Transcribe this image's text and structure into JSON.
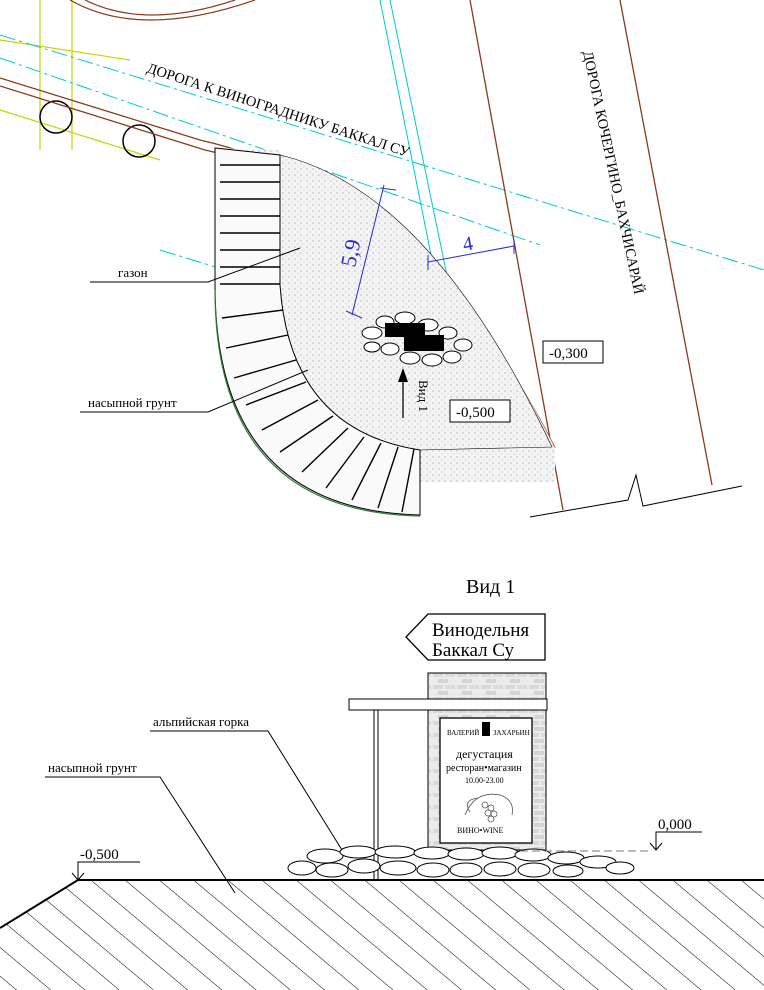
{
  "plan": {
    "road_bakkal": "ДОРОГА К ВИНОГРАДНИКУ БАККАЛ СУ",
    "road_kochergino": "ДОРОГА КОЧЕРГИНО_БАХЧИСАРАЙ",
    "dim_vertical": "5,9",
    "dim_horizontal": "4",
    "label_lawn": "газон",
    "label_fill_soil": "насыпной грунт",
    "view_arrow_label": "Вид 1",
    "level_top": "-0,300",
    "level_inner": "-0,500"
  },
  "view": {
    "title": "Вид 1",
    "sign_line1": "Винодельня",
    "sign_line2": "Баккал  Су",
    "board_name_left": "ВАЛЕРИЙ",
    "board_name_right": "ЗАХАРЬИН",
    "board_line1": "дегустация",
    "board_line2": "ресторан•магазин",
    "board_hours": "10.00-23.00",
    "board_brand": "ВИНО•WINE",
    "label_alpine": "альпийская горка",
    "label_fill_soil": "насыпной грунт",
    "level_zero": "0,000",
    "level_low": "-0,500"
  },
  "colors": {
    "line": "#000000",
    "road_edge": "#8a3b1e",
    "cyan_axis": "#00c8d8",
    "green_edge": "#2e7d32",
    "grid_yellow": "#c8d400",
    "dimension_blue": "#2a2ad0"
  }
}
